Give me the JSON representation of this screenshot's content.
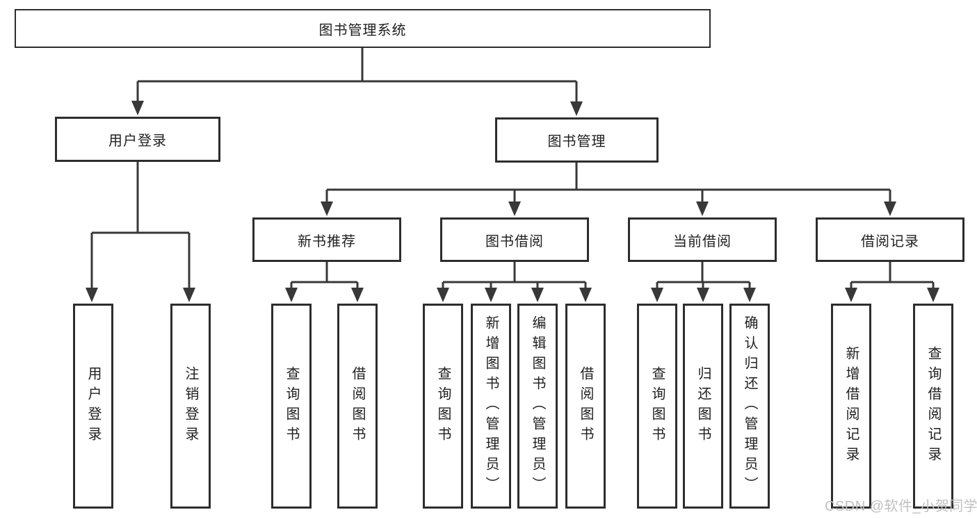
{
  "diagram": {
    "title": "图书管理系统",
    "tree": {
      "label": "图书管理系统",
      "children": [
        {
          "label": "用户登录",
          "children": [
            {
              "label": "用户登录"
            },
            {
              "label": "注销登录"
            }
          ]
        },
        {
          "label": "图书管理",
          "children": [
            {
              "label": "新书推荐",
              "children": [
                {
                  "label": "查询图书"
                },
                {
                  "label": "借阅图书"
                }
              ]
            },
            {
              "label": "图书借阅",
              "children": [
                {
                  "label": "查询图书"
                },
                {
                  "label": "新增图书（管理员）"
                },
                {
                  "label": "编辑图书（管理员）"
                },
                {
                  "label": "借阅图书"
                }
              ]
            },
            {
              "label": "当前借阅",
              "children": [
                {
                  "label": "查询图书"
                },
                {
                  "label": "归还图书"
                },
                {
                  "label": "确认归还（管理员）"
                }
              ]
            },
            {
              "label": "借阅记录",
              "children": [
                {
                  "label": "新增借阅记录"
                },
                {
                  "label": "查询借阅记录"
                }
              ]
            }
          ]
        }
      ]
    }
  },
  "watermark": {
    "text": "CSDN @软件_小贺同学"
  },
  "colors": {
    "background": "#ffffff",
    "line": "#383838",
    "box_border": "#2d2d2d",
    "text": "#1f1f1f",
    "watermark": "#c0c0c0"
  }
}
